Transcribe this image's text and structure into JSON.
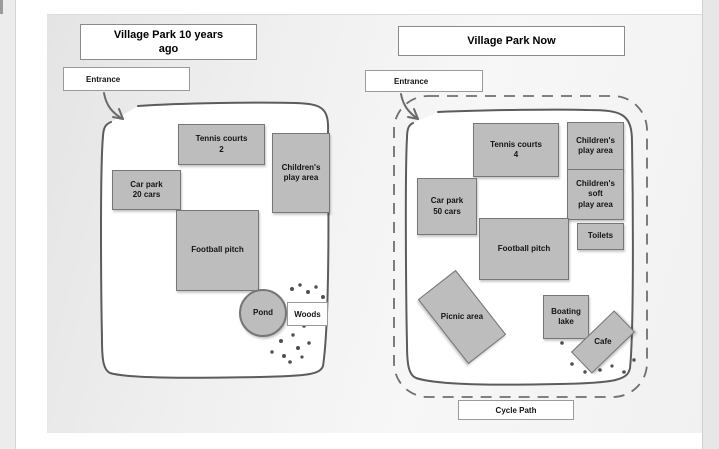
{
  "colors": {
    "box_fill": "#bdbdbd",
    "box_border": "#767676",
    "outline": "#5c5c5c",
    "dash": "#6f6f6f",
    "dot": "#4f4f4f",
    "label_box_bg": "#ffffff"
  },
  "map_before": {
    "title": "Village Park 10 years\nago",
    "entrance_label": "Entrance",
    "features": {
      "tennis_courts": "Tennis courts\n2",
      "childrens_play_area": "Children's\nplay area",
      "car_park": "Car park\n20 cars",
      "football_pitch": "Football pitch",
      "pond": "Pond",
      "woods": "Woods"
    }
  },
  "map_now": {
    "title": "Village Park Now",
    "entrance_label": "Entrance",
    "features": {
      "tennis_courts": "Tennis courts\n4",
      "childrens_play_area": "Children's\nplay area",
      "childrens_soft_play_area": "Children's\nsoft\nplay area",
      "car_park": "Car park\n50 cars",
      "football_pitch": "Football pitch",
      "toilets": "Toilets",
      "picnic_area": "Picnic area",
      "boating_lake": "Boating\nlake",
      "cafe": "Cafe",
      "cycle_path_label": "Cycle Path"
    }
  }
}
